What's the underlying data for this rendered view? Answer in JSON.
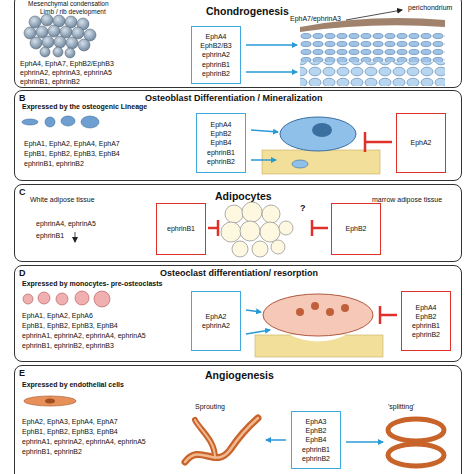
{
  "diagram": {
    "nodes": [
      {
        "text": [
          "Chondrogenesis"
        ]
      },
      {
        "text": [
          "EphA4",
          "EphB2/B3",
          "ephrinA2",
          "ephrinB1",
          "ephrinB2"
        ],
        "in": 0
      },
      {
        "text": [
          "B",
          "Osteoblast Differentiation / Mineralization"
        ]
      },
      {
        "text": [
          "EphA4",
          "EphB2",
          "EphB4",
          "ephrinB1",
          "ephrinB2"
        ],
        "in": 2
      },
      {
        "text": [
          "EphA2"
        ],
        "in": 2
      },
      {
        "text": [
          "C",
          "Adipocytes"
        ]
      },
      {
        "text": [
          "ephrinB1"
        ],
        "in": 5
      },
      {
        "text": [
          "EphB2"
        ],
        "in": 5
      },
      {
        "text": [
          "D",
          "Osteoclast differentiation/ resorption"
        ]
      },
      {
        "text": [
          "EphA2",
          "ephrinA2"
        ],
        "in": 8
      },
      {
        "text": [
          "EphA4",
          "EphB2",
          "ephrinB1",
          "ephrinB2"
        ],
        "in": 8
      },
      {
        "text": [
          "E",
          "Angiogenesis"
        ]
      },
      {
        "text": [
          "EphA3",
          "EphB2",
          "EphB4",
          "ephrinB1",
          "ephrinB2"
        ],
        "in": 11
      }
    ],
    "labels": [
      "Mesenchymal condensation",
      "Limb / rib development",
      "EphA4, EphA7, EphB2/EphB3",
      "ephrinA2, ephrinA3, ephrinA5",
      "ephrinB1, ephrinB2",
      "EphA7/ephrinA3",
      "perichondrium",
      "Expressed by the osteogenic Lineage",
      "EphA1, EphA2, EphA4, EphA7",
      "EphB1, EphB2, EphB3, EphB4",
      "ephrinB1, ephrinB2",
      "White adipose tissue",
      "marrow adipose tissue",
      "ephrinA4, ephrinA5",
      "ephrinB1",
      "?",
      "Expressed by monocytes- pre-osteoclasts",
      "EphA1, EphA2, EphA6",
      "EphB1, EphB2, EphB3, EphB4",
      "ephrinA1, ephrinA2, ephrinA4, ephrinA5",
      "ephrinB1, ephrinB2, ephrinB3",
      "Expressed by endothelial cells",
      "EphA2, EphA3, EphA4, EphA7",
      "EphB1, EphB2, EphB3, EphB4",
      "ephrinA1, ephrinA2, ephrinA4, ephrinA5",
      "ephrinB1, ephrinB2",
      "Sprouting",
      "'splitting'"
    ]
  }
}
